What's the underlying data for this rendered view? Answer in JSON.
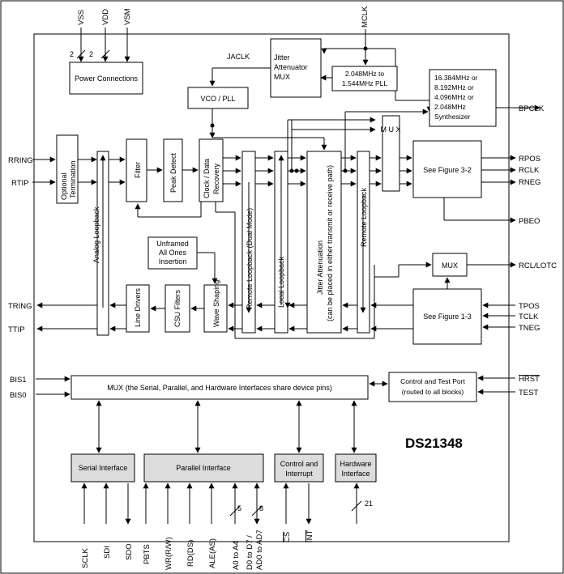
{
  "part_number": "DS21348",
  "top_pins": {
    "vss": "VSS",
    "vdd": "VDD",
    "vsm": "VSM",
    "mclk": "MCLK",
    "n1": "2",
    "n2": "2"
  },
  "blocks": {
    "power": "Power Connections",
    "jitter_mux": [
      "Jitter",
      "Attenuator",
      "MUX"
    ],
    "pll": [
      "2.048MHz to",
      "1.544MHz PLL"
    ],
    "synth": [
      "16.384MHz or",
      "8.192MHz or",
      "4.096MHz or",
      "2.048MHz",
      "Synthesizer"
    ],
    "jaclk": "JACLK",
    "vco": "VCO / PLL",
    "optional_term": [
      "Optional",
      "Termination"
    ],
    "filter": "Filter",
    "peak_detect": "Peak Detect",
    "clock_recovery": [
      "Clock / Data",
      "Recovery"
    ],
    "remote_loopback_dual": "Remote Loopback (Dual Mode)",
    "local_loopback": "Local Loopback",
    "jitter_atten": [
      "Jitter Attenuation",
      "(can be placed in either transmit or receive path)"
    ],
    "remote_loopback": "Remote Loopback",
    "mux_v": "M U X",
    "fig32": "See Figure  3-2",
    "analog_loopback": "Analog Loopback",
    "unframed": [
      "Unframed",
      "All Ones",
      "Insertion"
    ],
    "mux_small": "MUX",
    "line_drivers": "Line Drivers",
    "csu_filters": "CSU Filters",
    "wave_shaping": "Wave Shaping",
    "fig13": "See Figure 1-3",
    "mux_bus": "MUX (the Serial, Parallel, and Hardware Interfaces share device pins)",
    "ctrl_test": [
      "Control and Test Port",
      "(routed to all blocks)"
    ],
    "serial_if": "Serial Interface",
    "parallel_if": "Parallel Interface",
    "ctrl_int": [
      "Control and",
      "Interrupt"
    ],
    "hw_if": [
      "Hardware",
      "Interface"
    ]
  },
  "left_pins": {
    "rring": "RRING",
    "rtip": "RTIP",
    "tring": "TRING",
    "ttip": "TTIP",
    "bis1": "BIS1",
    "bis0": "BIS0"
  },
  "right_pins": {
    "bpclk": "BPCLK",
    "rpos": "RPOS",
    "rclk": "RCLK",
    "rneg": "RNEG",
    "pbeo": "PBEO",
    "rcl": "RCL/LOTC",
    "tpos": "TPOS",
    "tclk": "TCLK",
    "tneg": "TNEG",
    "hrst": "HRST",
    "test": "TEST"
  },
  "bottom_pins": {
    "sclk": "SCLK",
    "sdi": "SDI",
    "sdo": "SDO",
    "pbts": "PBTS",
    "wr": "WR(R/W)",
    "rd": "RD(DS)",
    "ale": "ALE(AS)",
    "a": [
      "A0 to A4"
    ],
    "d": [
      "D0 to D7 /",
      "AD0 to AD7"
    ],
    "cs": "CS",
    "int": "INT",
    "n5": "5",
    "n8": "8",
    "n21": "21"
  }
}
